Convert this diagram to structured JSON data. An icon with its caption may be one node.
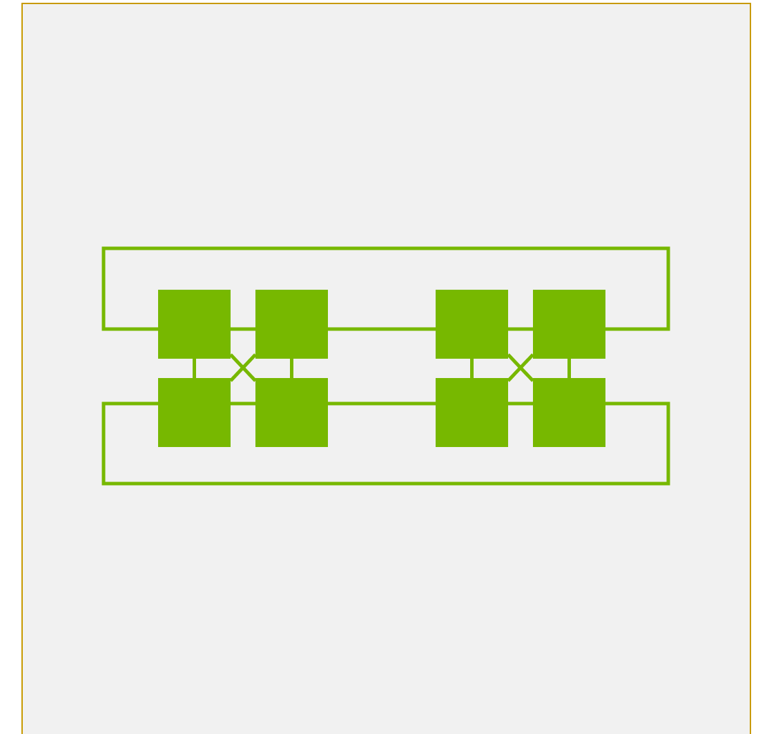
{
  "diagram": {
    "nodes": [
      {
        "text": [],
        "shape": "box"
      },
      {
        "text": [],
        "shape": "box"
      },
      {
        "text": [],
        "shape": "box"
      },
      {
        "text": [],
        "shape": "box"
      },
      {
        "text": [],
        "shape": "box"
      },
      {
        "text": [],
        "shape": "box"
      },
      {
        "text": [],
        "shape": "box"
      },
      {
        "text": [],
        "shape": "box"
      }
    ],
    "edges": [
      {
        "from": 0,
        "to": 1,
        "arrow": "none"
      },
      {
        "from": 1,
        "to": 2,
        "arrow": "none"
      },
      {
        "from": 2,
        "to": 3,
        "arrow": "none"
      },
      {
        "from": 4,
        "to": 5,
        "arrow": "none"
      },
      {
        "from": 5,
        "to": 6,
        "arrow": "none"
      },
      {
        "from": 6,
        "to": 7,
        "arrow": "none"
      },
      {
        "from": 0,
        "to": 4,
        "arrow": "none"
      },
      {
        "from": 1,
        "to": 5,
        "arrow": "none"
      },
      {
        "from": 2,
        "to": 6,
        "arrow": "none"
      },
      {
        "from": 3,
        "to": 7,
        "arrow": "none"
      },
      {
        "from": 0,
        "to": 5,
        "arrow": "none"
      },
      {
        "from": 1,
        "to": 4,
        "arrow": "none"
      },
      {
        "from": 2,
        "to": 7,
        "arrow": "none"
      },
      {
        "from": 3,
        "to": 6,
        "arrow": "none"
      },
      {
        "from": 0,
        "to": 3,
        "arrow": "none"
      },
      {
        "from": 4,
        "to": 7,
        "arrow": "none"
      }
    ]
  }
}
